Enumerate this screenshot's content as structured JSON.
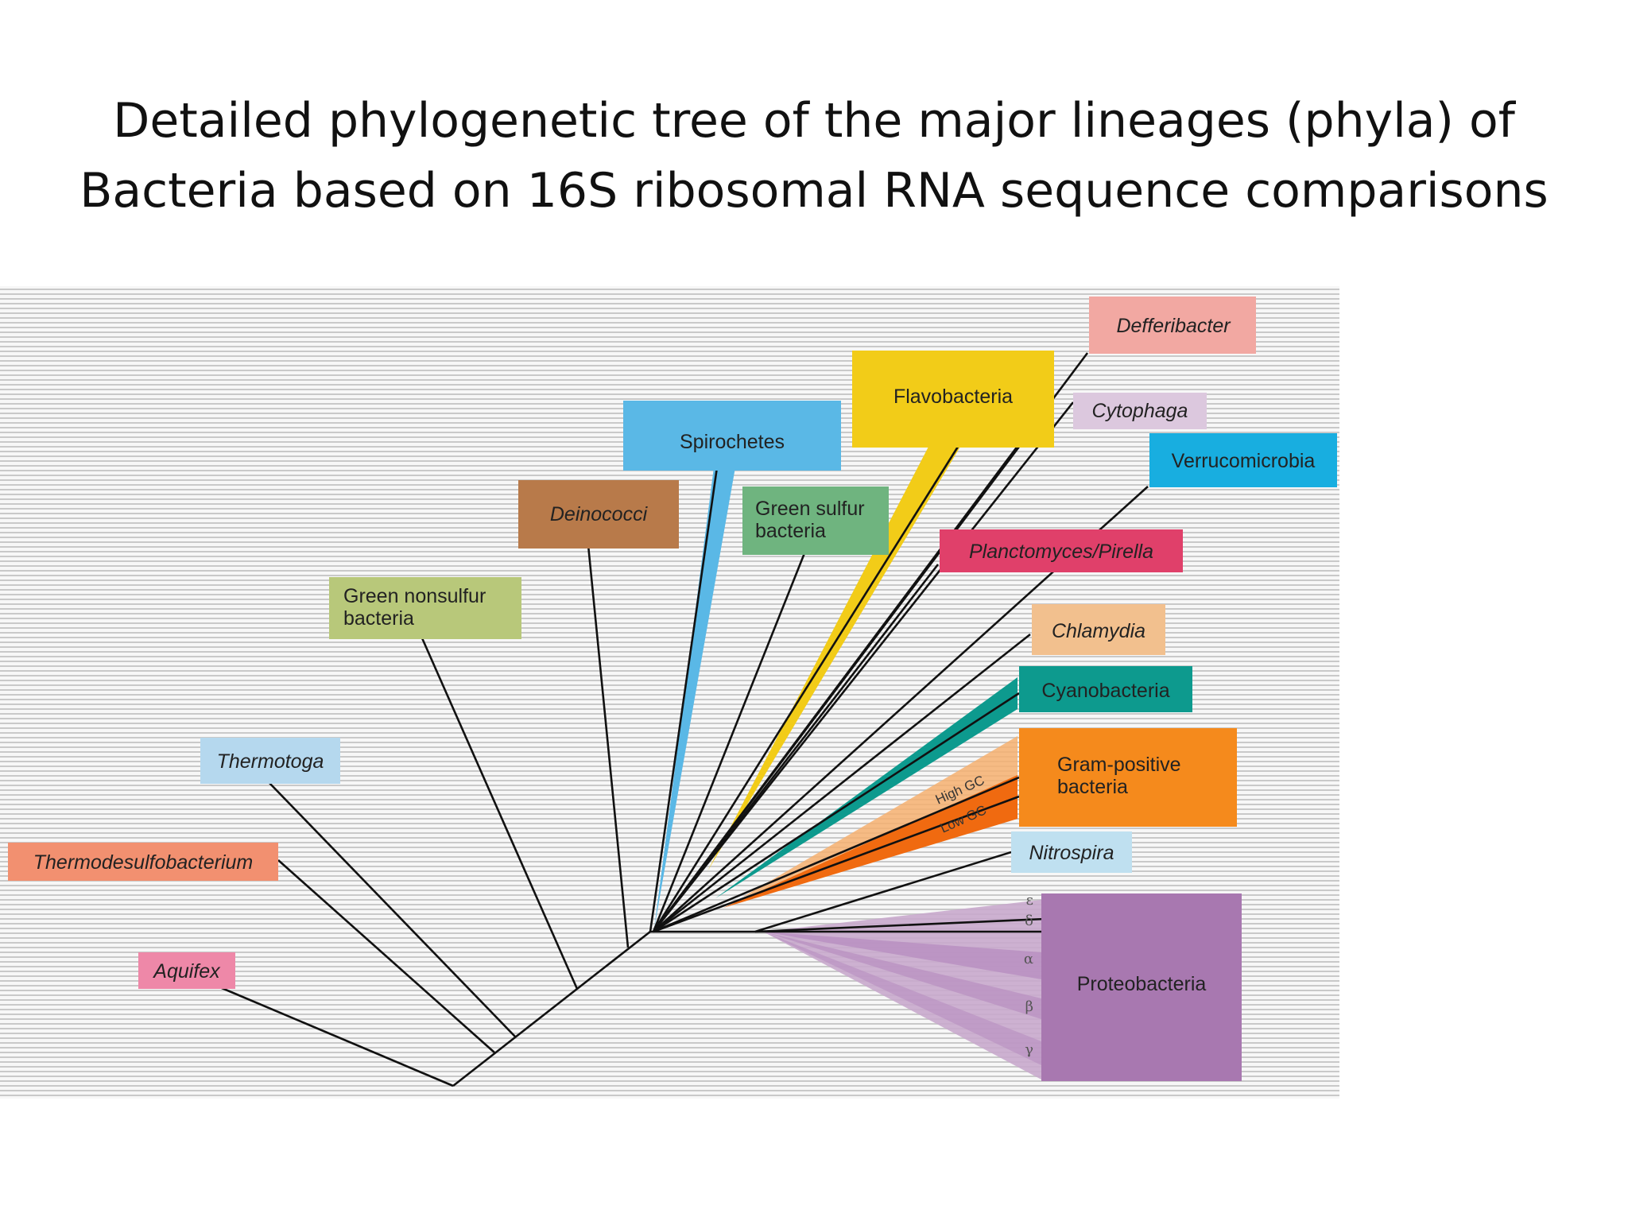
{
  "title": {
    "line1": "Detailed phylogenetic tree of the major lineages (phyla) of",
    "line2": "Bacteria based on 16S ribosomal RNA sequence comparisons"
  },
  "taxa": {
    "defferibacter": "Defferibacter",
    "flavobacteria": "Flavobacteria",
    "cytophaga": "Cytophaga",
    "spirochetes": "Spirochetes",
    "verrucomicrobia": "Verrucomicrobia",
    "deinococci": "Deinococci",
    "green_sulfur_1": "Green sulfur",
    "green_sulfur_2": "bacteria",
    "planctomyces": "Planctomyces/Pirella",
    "green_nonsulfur_1": "Green nonsulfur",
    "green_nonsulfur_2": "bacteria",
    "chlamydia": "Chlamydia",
    "cyanobacteria": "Cyanobacteria",
    "thermotoga": "Thermotoga",
    "gram_positive_1": "Gram-positive",
    "gram_positive_2": "bacteria",
    "high_gc": "High GC",
    "low_gc": "Low GC",
    "thermodesulfobacterium": "Thermodesulfobacterium",
    "nitrospira": "Nitrospira",
    "proteobacteria": "Proteobacteria",
    "aquifex": "Aquifex"
  },
  "proteobacteria_subdivisions": {
    "epsilon": "ε",
    "delta": "δ",
    "alpha": "α",
    "beta": "β",
    "gamma": "γ"
  },
  "colors": {
    "defferibacter": "#f2a8a2",
    "flavobacteria": "#f2cc18",
    "cytophaga": "#dcc8de",
    "spirochetes": "#5ab8e6",
    "verrucomicrobia": "#18aee0",
    "deinococci": "#b87a4a",
    "green_sulfur": "#6fb47f",
    "planctomyces": "#e0406a",
    "green_nonsulfur": "#b8c87a",
    "chlamydia": "#f2c08e",
    "cyanobacteria": "#0d9a8e",
    "thermotoga": "#b5d8ee",
    "gram_positive": "#f58a1c",
    "thermodesulfobacterium": "#f29070",
    "nitrospira": "#bfe0f0",
    "proteobacteria": "#a878b0",
    "aquifex": "#ee88a8",
    "stripe": "#c9c9c9"
  }
}
